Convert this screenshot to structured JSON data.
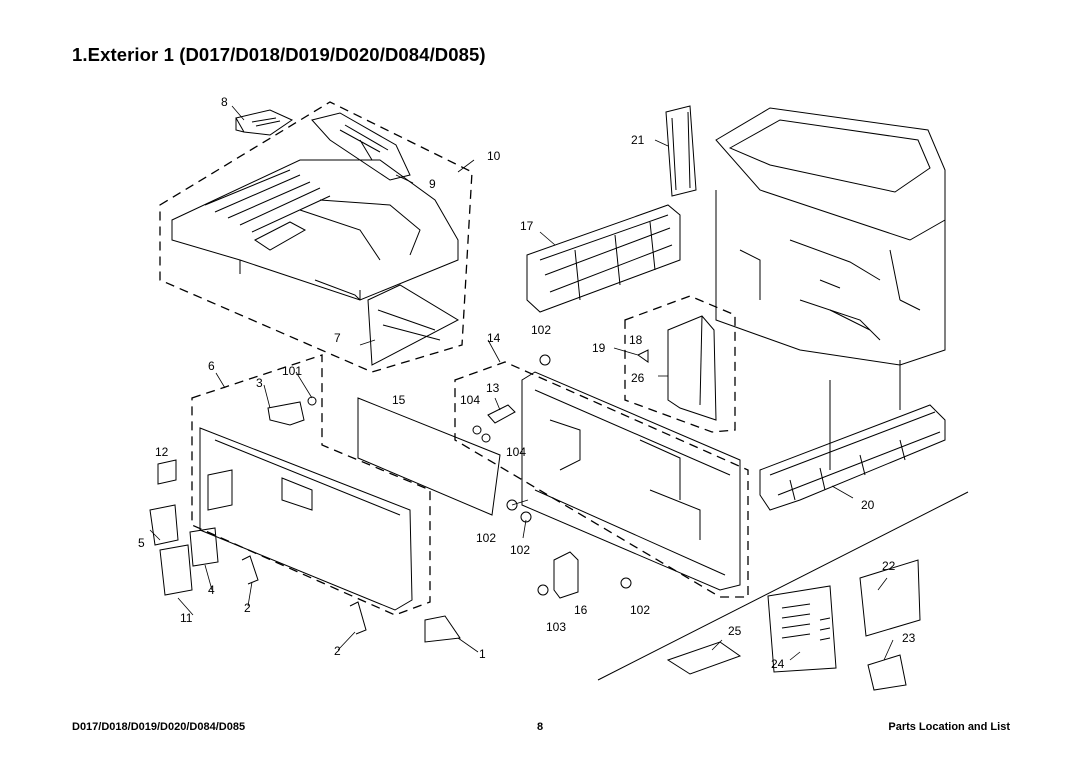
{
  "document": {
    "title": "1.Exterior 1 (D017/D018/D019/D020/D084/D085)",
    "footer_left": "D017/D018/D019/D020/D084/D085",
    "footer_page": "8",
    "footer_right": "Parts Location and List"
  },
  "callouts": {
    "c1": "1",
    "c2a": "2",
    "c2b": "2",
    "c3": "3",
    "c4": "4",
    "c5": "5",
    "c6": "6",
    "c7": "7",
    "c8": "8",
    "c9": "9",
    "c10": "10",
    "c11": "11",
    "c12": "12",
    "c13": "13",
    "c14": "14",
    "c15": "15",
    "c16": "16",
    "c17": "17",
    "c18": "18",
    "c19": "19",
    "c20": "20",
    "c21": "21",
    "c22": "22",
    "c23": "23",
    "c24": "24",
    "c25": "25",
    "c26": "26",
    "c101": "101",
    "c102a": "102",
    "c102b": "102",
    "c102c": "102",
    "c102d": "102",
    "c103": "103",
    "c104a": "104",
    "c104b": "104"
  }
}
